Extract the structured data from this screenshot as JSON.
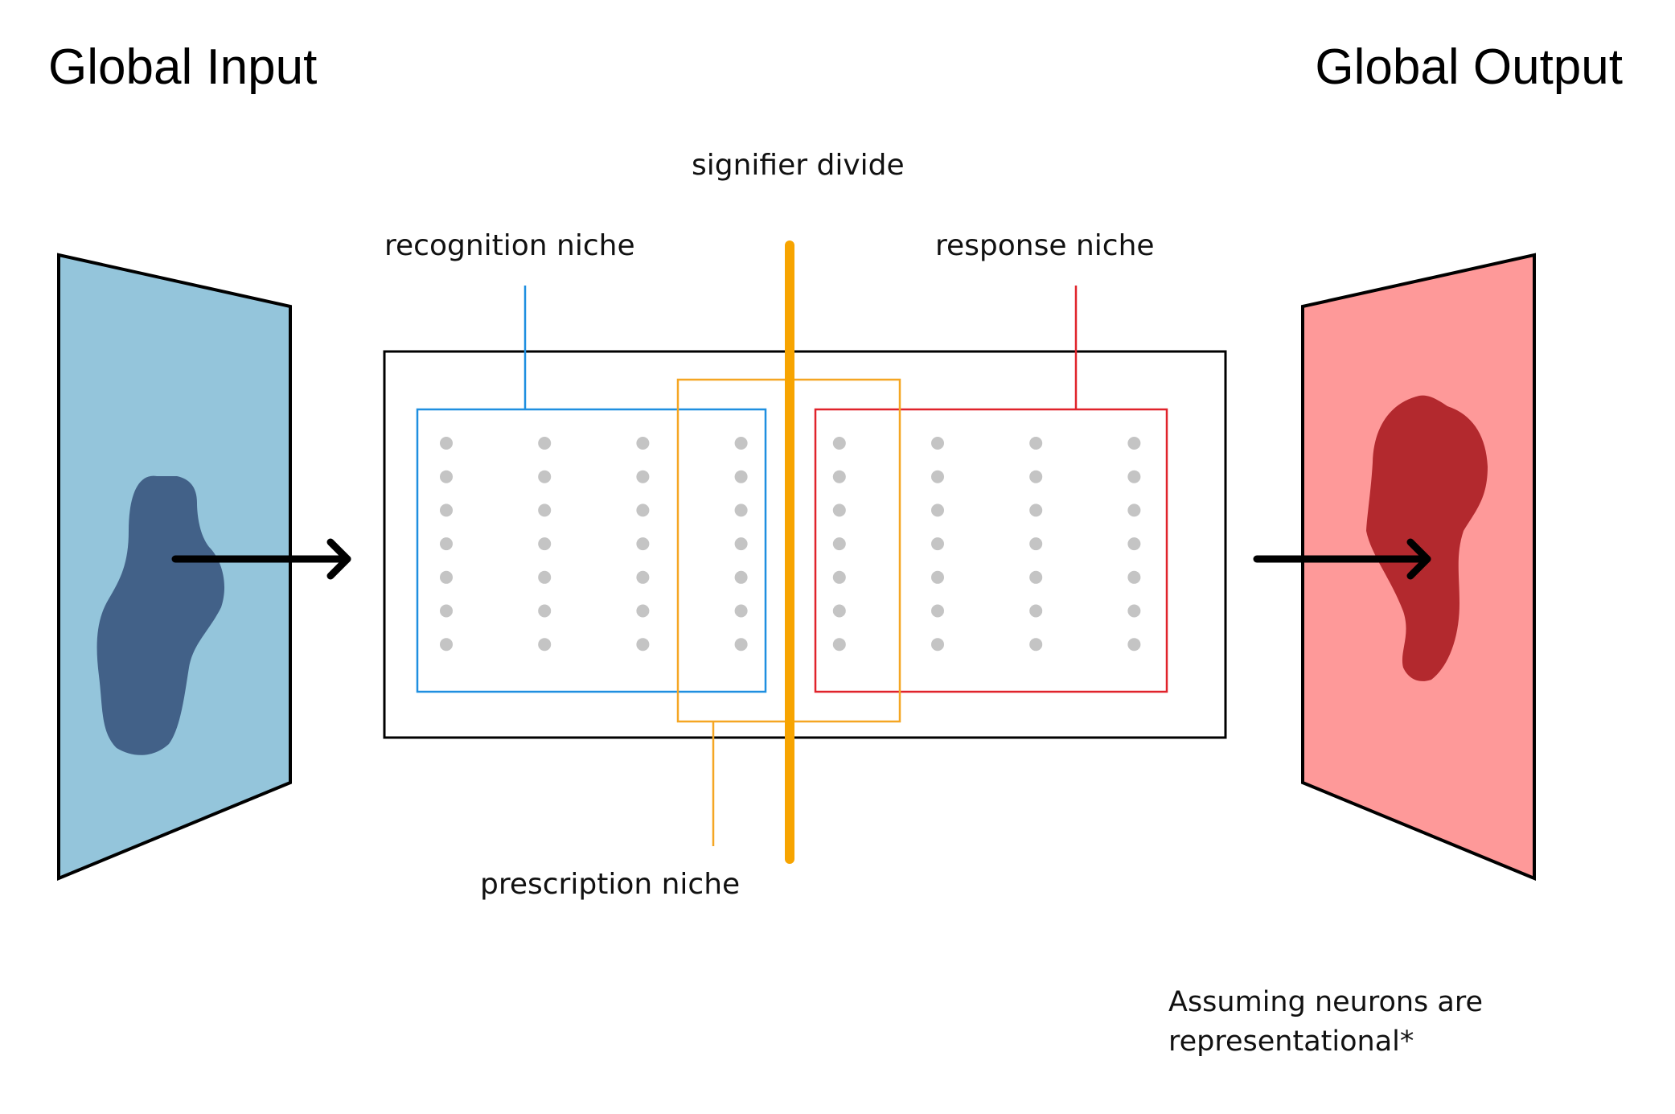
{
  "titles": {
    "input": "Global Input",
    "output": "Global Output"
  },
  "labels": {
    "signifier_divide": "signifier divide",
    "recognition_niche": "recognition niche",
    "response_niche": "response niche",
    "prescription_niche": "prescription niche"
  },
  "note": {
    "line1": "Assuming neurons are",
    "line2": "representational*"
  },
  "neuron_grid": {
    "columns": 8,
    "rows": 7
  },
  "colors": {
    "input_panel": "#94c5db",
    "input_blob": "#426188",
    "output_panel": "#fe9999",
    "output_blob": "#b3292e",
    "recognition": "#1f8fe0",
    "response": "#e0232b",
    "prescription": "#f5a623",
    "signifier_divide": "#f7a400",
    "neuron": "#c4c4c4",
    "frame": "#000000",
    "arrow": "#000000"
  }
}
